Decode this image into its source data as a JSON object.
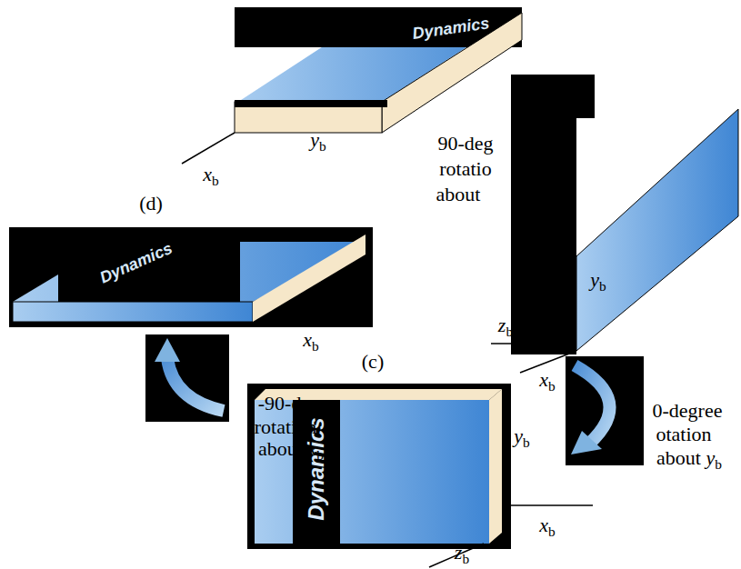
{
  "diagram": {
    "labels": [
      "Dynamics",
      "xb",
      "yb",
      "90-deg",
      "rotatio",
      "about",
      "(d)",
      "zb",
      "Dynamics",
      "xb",
      "yb",
      "zb",
      "xb",
      "(c)",
      "Dynamics",
      "yb",
      "xb",
      "zb",
      "-90-deg",
      "rotation",
      "about xb",
      "0-degree",
      "otation",
      "about yb"
    ]
  }
}
